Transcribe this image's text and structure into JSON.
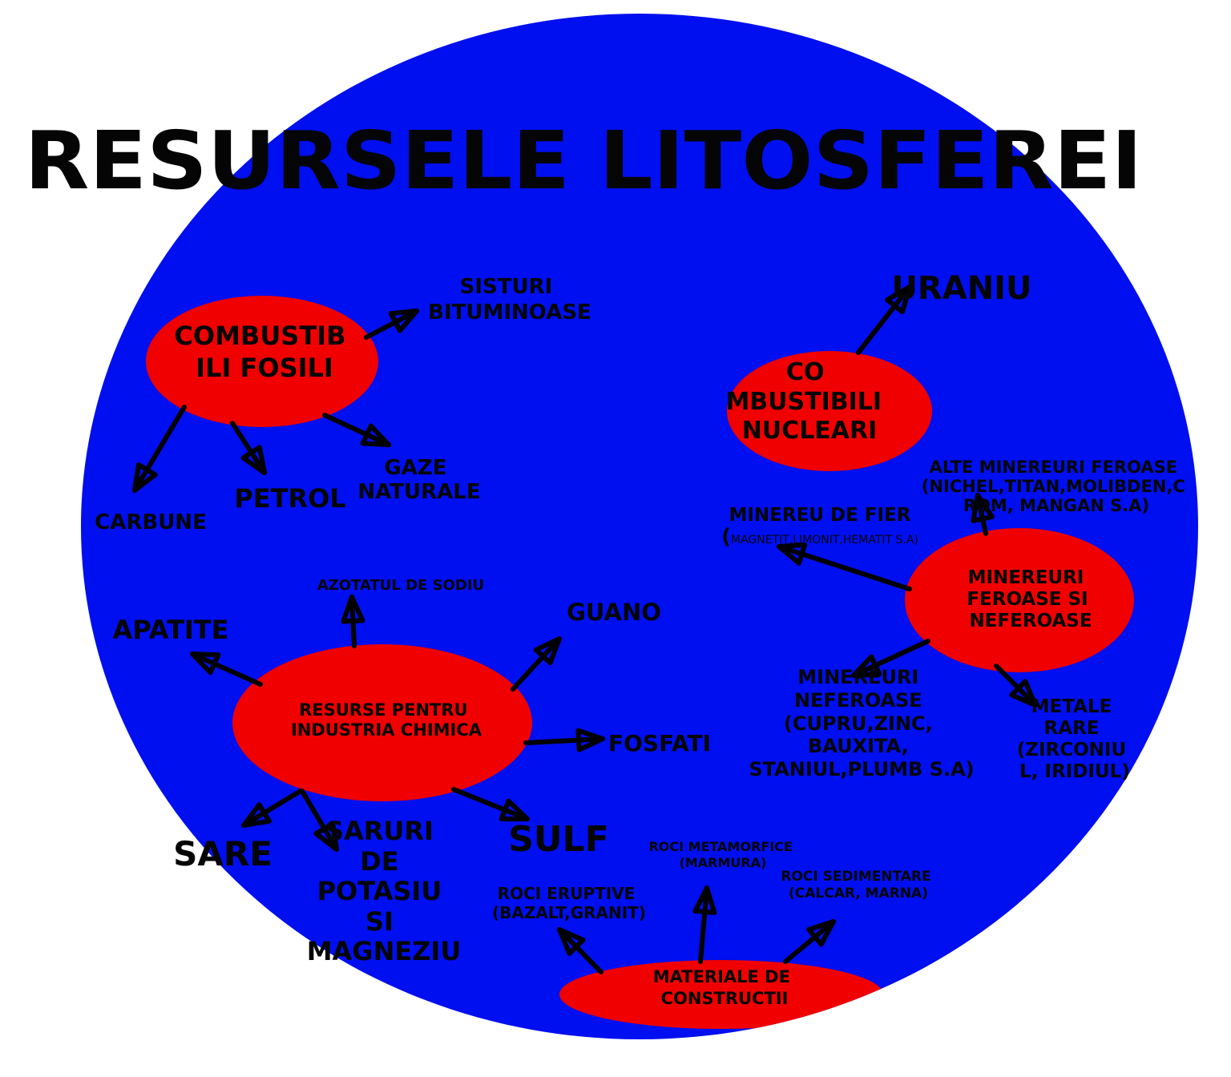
{
  "title": "RESURSELE LITOSFEREI",
  "colors": {
    "background_circle": "#000FEF",
    "nodes": "#F00000",
    "text": "#050505"
  },
  "groups": {
    "combustibili_fosili": {
      "label": [
        "COMBUSTIB",
        "ILI FOSILI"
      ],
      "children": {
        "sisturi": [
          "SISTURI",
          "BITUMINOASE"
        ],
        "carbune": "CARBUNE",
        "petrol": "PETROL",
        "gaze": [
          "GAZE",
          "NATURALE"
        ]
      }
    },
    "combustibili_nucleari": {
      "label": [
        "CO",
        "MBUSTIBILI",
        "NUCLEARI"
      ],
      "children": {
        "uraniu": "URANIU"
      }
    },
    "minereuri": {
      "label": [
        "MINEREURI",
        "FEROASE SI",
        "NEFEROASE"
      ],
      "children": {
        "alte_feroase": [
          "ALTE MINEREURI FEROASE",
          "(NICHEL,TITAN,MOLIBDEN,C",
          "ROM, MANGAN S.A)"
        ],
        "minereu_fier": {
          "title": "MINEREU DE FIER",
          "paren": "(",
          "detail": "MAGNETIT,LIMONIT,HEMATIT S.A)"
        },
        "neferoase": [
          "MINEREURI",
          "NEFEROASE",
          "(CUPRU,ZINC,",
          "BAUXITA,",
          "STANIUL,PLUMB S.A)"
        ],
        "metale_rare": [
          "METALE",
          "RARE",
          "(ZIRCONIU",
          "L, IRIDIUL)"
        ]
      }
    },
    "industria_chimica": {
      "label": [
        "RESURSE PENTRU",
        "INDUSTRIA CHIMICA"
      ],
      "children": {
        "azotatul": "AZOTATUL  DE SODIU",
        "apatite": "APATITE",
        "guano": "GUANO",
        "fosfati": "FOSFATI",
        "sulf": "SULF",
        "sare": "SARE",
        "saruri": [
          "SARURI",
          "DE",
          "POTASIU",
          "SI",
          "MAGNEZIU"
        ]
      }
    },
    "materiale_constructii": {
      "label": [
        "MATERIALE DE",
        "CONSTRUCTII"
      ],
      "children": {
        "eruptive": [
          "ROCI ERUPTIVE",
          "(BAZALT,GRANIT)"
        ],
        "metamorfice": [
          "ROCI METAMORFICE",
          "(MARMURA)"
        ],
        "sedimentare": [
          "ROCI SEDIMENTARE",
          "(CALCAR, MARNA)"
        ]
      }
    }
  }
}
